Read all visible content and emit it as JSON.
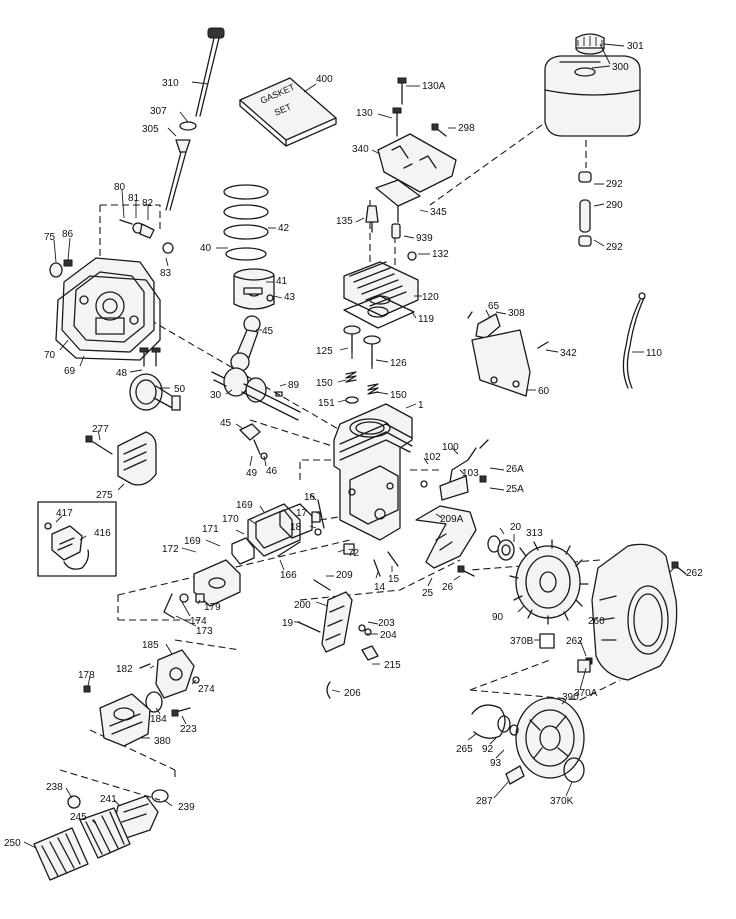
{
  "labels": {
    "l301": "301",
    "l300": "300",
    "l310": "310",
    "l400": "400",
    "l130A": "130A",
    "l130": "130",
    "l298": "298",
    "l307": "307",
    "l305": "305",
    "l340": "340",
    "l80": "80",
    "l81": "81",
    "l82": "82",
    "l345": "345",
    "l292a": "292",
    "l290": "290",
    "l292b": "292",
    "l42": "42",
    "l135": "135",
    "l939": "939",
    "l75": "75",
    "l86": "86",
    "l40": "40",
    "l132": "132",
    "l83": "83",
    "l41": "41",
    "l120": "120",
    "l43": "43",
    "l119": "119",
    "l65": "65",
    "l308": "308",
    "l45a": "45",
    "l70": "70",
    "l69": "69",
    "l125": "125",
    "l126": "126",
    "l342": "342",
    "l110": "110",
    "l48": "48",
    "l50": "50",
    "l89": "89",
    "l150a": "150",
    "l150b": "150",
    "l30": "30",
    "l151": "151",
    "l60": "60",
    "l1": "1",
    "l277": "277",
    "l45b": "45",
    "l100": "100",
    "l102": "102",
    "l103": "103",
    "l26A": "26A",
    "l49": "49",
    "l46": "46",
    "l275": "275",
    "l25A": "25A",
    "l169a": "169",
    "l16": "16",
    "l417": "417",
    "l170": "170",
    "l17": "17",
    "l416": "416",
    "l171": "171",
    "l18": "18",
    "l209A": "209A",
    "l20": "20",
    "l313": "313",
    "l172": "172",
    "l169b": "169",
    "l72": "72",
    "l166": "166",
    "l14": "14",
    "l15": "15",
    "l209": "209",
    "l26": "26",
    "l25": "25",
    "l262a": "262",
    "l179": "179",
    "l174": "174",
    "l173": "173",
    "l200": "200",
    "l90": "90",
    "l203": "203",
    "l19": "19",
    "l204": "204",
    "l260": "260",
    "l370B": "370B",
    "l262b": "262",
    "l185": "185",
    "l215": "215",
    "l182": "182",
    "l370A": "370A",
    "l274": "274",
    "l178": "178",
    "l206": "206",
    "l184": "184",
    "l390": "390",
    "l223": "223",
    "l265": "265",
    "l92": "92",
    "l380": "380",
    "l93": "93",
    "l238": "238",
    "l241": "241",
    "l239": "239",
    "l245": "245",
    "l287": "287",
    "l370K": "370K",
    "l250": "250"
  },
  "gasket_box_text": [
    "GASKET",
    "SET"
  ]
}
